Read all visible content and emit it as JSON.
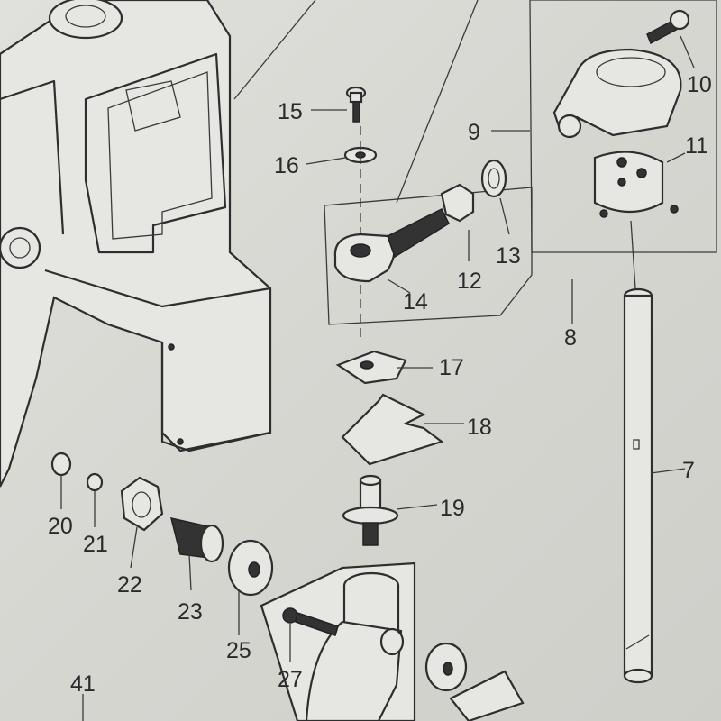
{
  "diagram": {
    "type": "exploded-parts-diagram",
    "part_numbers": {
      "p7": "7",
      "p8": "8",
      "p9": "9",
      "p10": "10",
      "p11": "11",
      "p12": "12",
      "p13": "13",
      "p14": "14",
      "p15": "15",
      "p16": "16",
      "p17": "17",
      "p18": "18",
      "p19": "19",
      "p20": "20",
      "p21": "21",
      "p22": "22",
      "p23": "23",
      "p25": "25",
      "p27": "27",
      "p41": "41"
    },
    "colors": {
      "paper": "#d8d8d3",
      "ink": "#2e2e2e"
    }
  }
}
